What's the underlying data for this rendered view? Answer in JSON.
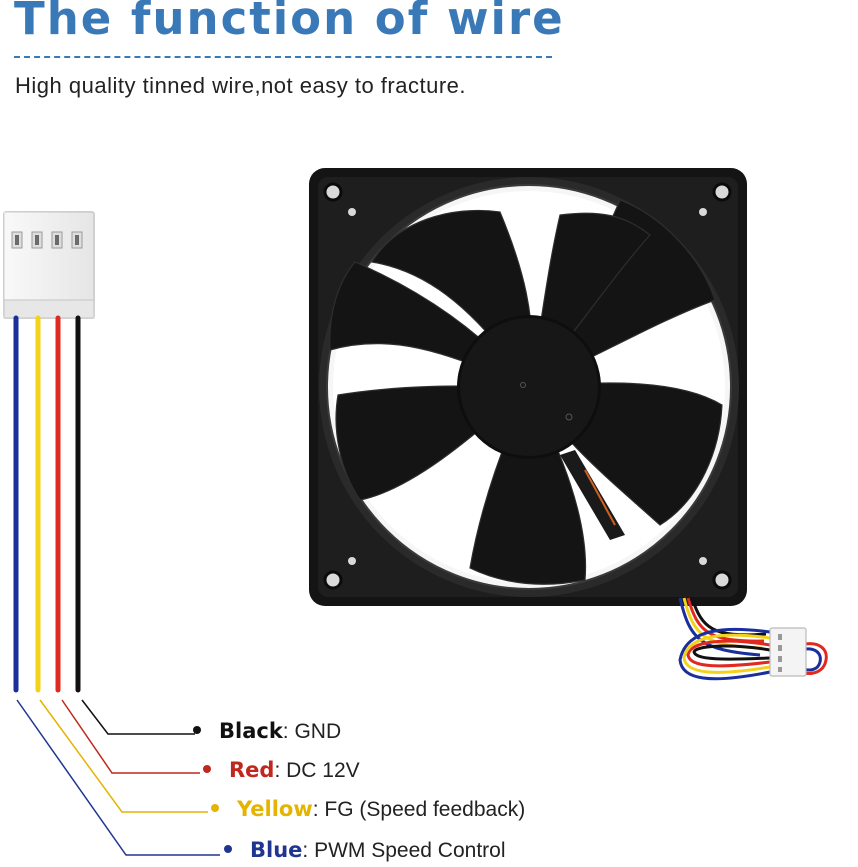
{
  "header": {
    "title": "The function of wire",
    "subtitle": "High quality tinned wire,not easy to fracture."
  },
  "colors": {
    "title_blue": "#3a79b8",
    "wire_blue": "#1a2f9b",
    "wire_yellow": "#f2d31a",
    "wire_red": "#e12a1f",
    "wire_black": "#111111",
    "connector": "#f1f1f1",
    "fan_body": "#151515"
  },
  "legend": [
    {
      "name": "Black",
      "sep": ": ",
      "desc": "GND",
      "color": "#111111"
    },
    {
      "name": "Red",
      "sep": ": ",
      "desc": "DC 12V",
      "color": "#c0271e"
    },
    {
      "name": "Yellow",
      "sep": ": ",
      "desc": "FG (Speed feedback)",
      "color": "#e5b400"
    },
    {
      "name": "Blue",
      "sep": ": ",
      "desc": "PWM Speed Control",
      "color": "#1f3590"
    }
  ]
}
